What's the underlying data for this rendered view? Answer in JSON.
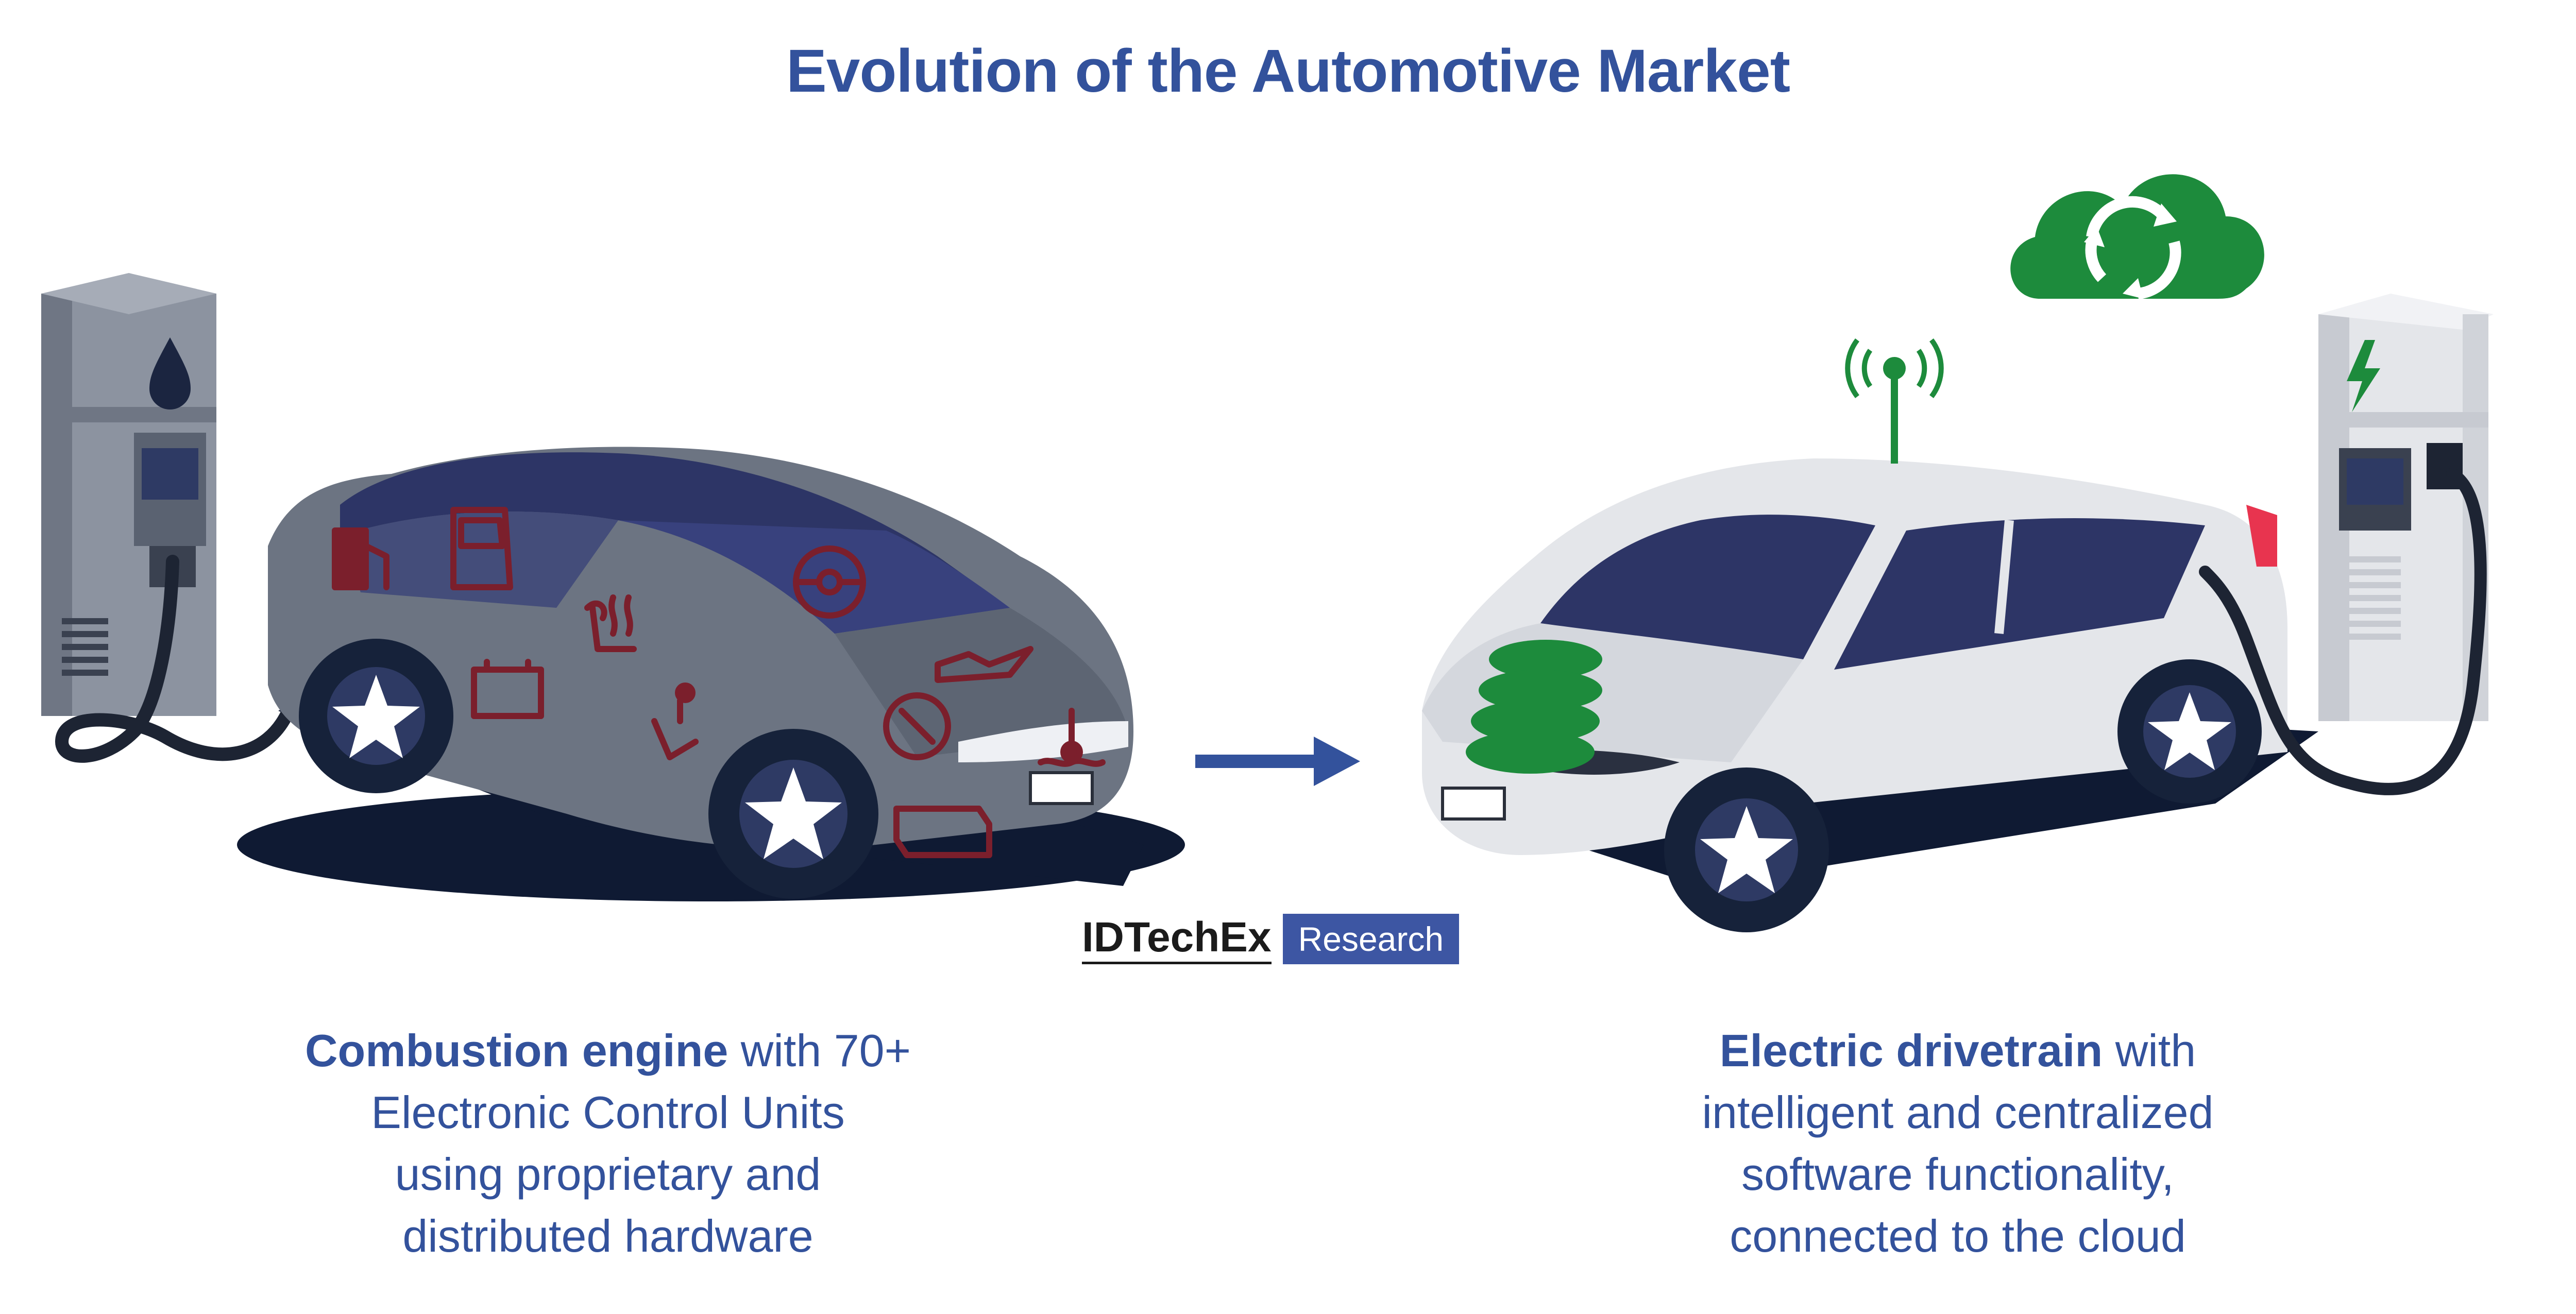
{
  "title": "Evolution of the Automotive Market",
  "colors": {
    "title": "#33529c",
    "caption": "#33529c",
    "arrow": "#33529c",
    "brand_box": "#3d56a3",
    "ecu_icons": "#7b1f2c",
    "ev_green": "#1d8b3c",
    "ice_body": "#6c7482",
    "ev_body": "#e4e6ea",
    "tyre": "#16223a"
  },
  "left_caption": {
    "bold": "Combustion engine",
    "line1_rest": " with 70+",
    "line2": "Electronic Control Units",
    "line3": "using proprietary and",
    "line4": "distributed hardware"
  },
  "right_caption": {
    "bold": "Electric drivetrain",
    "line1_rest": " with",
    "line2": "intelligent and centralized",
    "line3": "software functionality,",
    "line4": "connected to the cloud"
  },
  "brand": {
    "name": "IDTechEx",
    "tag": "Research"
  },
  "icons": {
    "fuel_pump": "fuel-drop-icon",
    "charger": "lightning-bolt-icon",
    "cloud": "cloud-sync-icon",
    "antenna": "antenna-signal-icon",
    "arrow": "right-arrow-icon"
  }
}
